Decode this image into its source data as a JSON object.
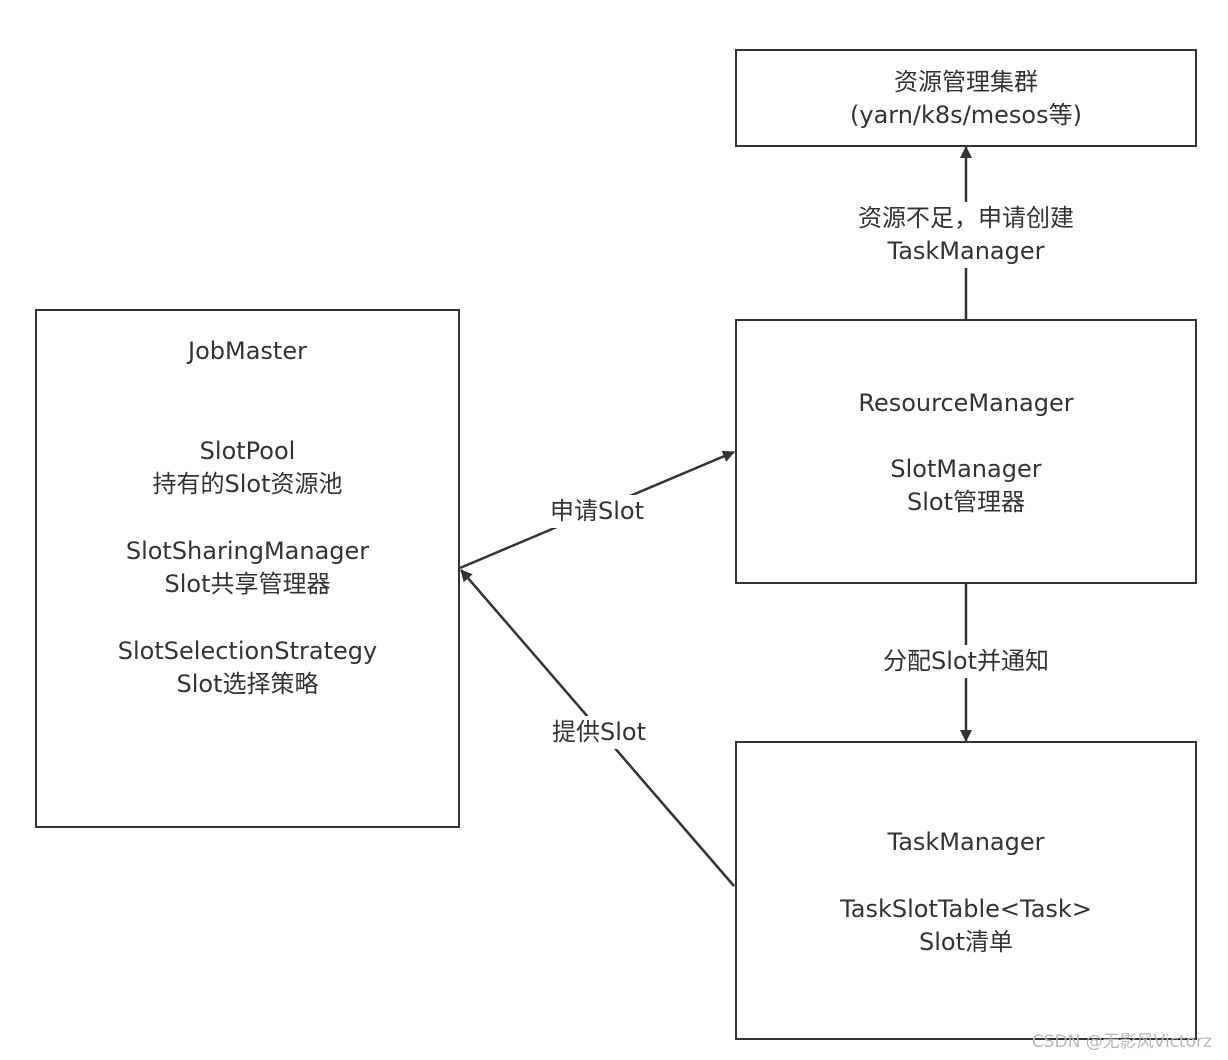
{
  "nodes": {
    "cluster": {
      "line1": "资源管理集群",
      "line2": "(yarn/k8s/mesos等)"
    },
    "jobmaster": {
      "title": "JobMaster",
      "slotpool_name": "SlotPool",
      "slotpool_desc": "持有的Slot资源池",
      "sharing_name": "SlotSharingManager",
      "sharing_desc": "Slot共享管理器",
      "selection_name": "SlotSelectionStrategy",
      "selection_desc": "Slot选择策略"
    },
    "resourcemanager": {
      "title": "ResourceManager",
      "slotmanager_name": "SlotManager",
      "slotmanager_desc": "Slot管理器"
    },
    "taskmanager": {
      "title": "TaskManager",
      "table_name": "TaskSlotTable<Task>",
      "table_desc": "Slot清单"
    }
  },
  "edges": {
    "request_tm_line1": "资源不足，申请创建",
    "request_tm_line2": "TaskManager",
    "request_slot": "申请Slot",
    "allocate_notify": "分配Slot并通知",
    "offer_slot": "提供Slot"
  },
  "watermark": "CSDN @无影风Victorz",
  "colors": {
    "stroke": "#333333",
    "text": "#333333",
    "background": "#ffffff"
  }
}
